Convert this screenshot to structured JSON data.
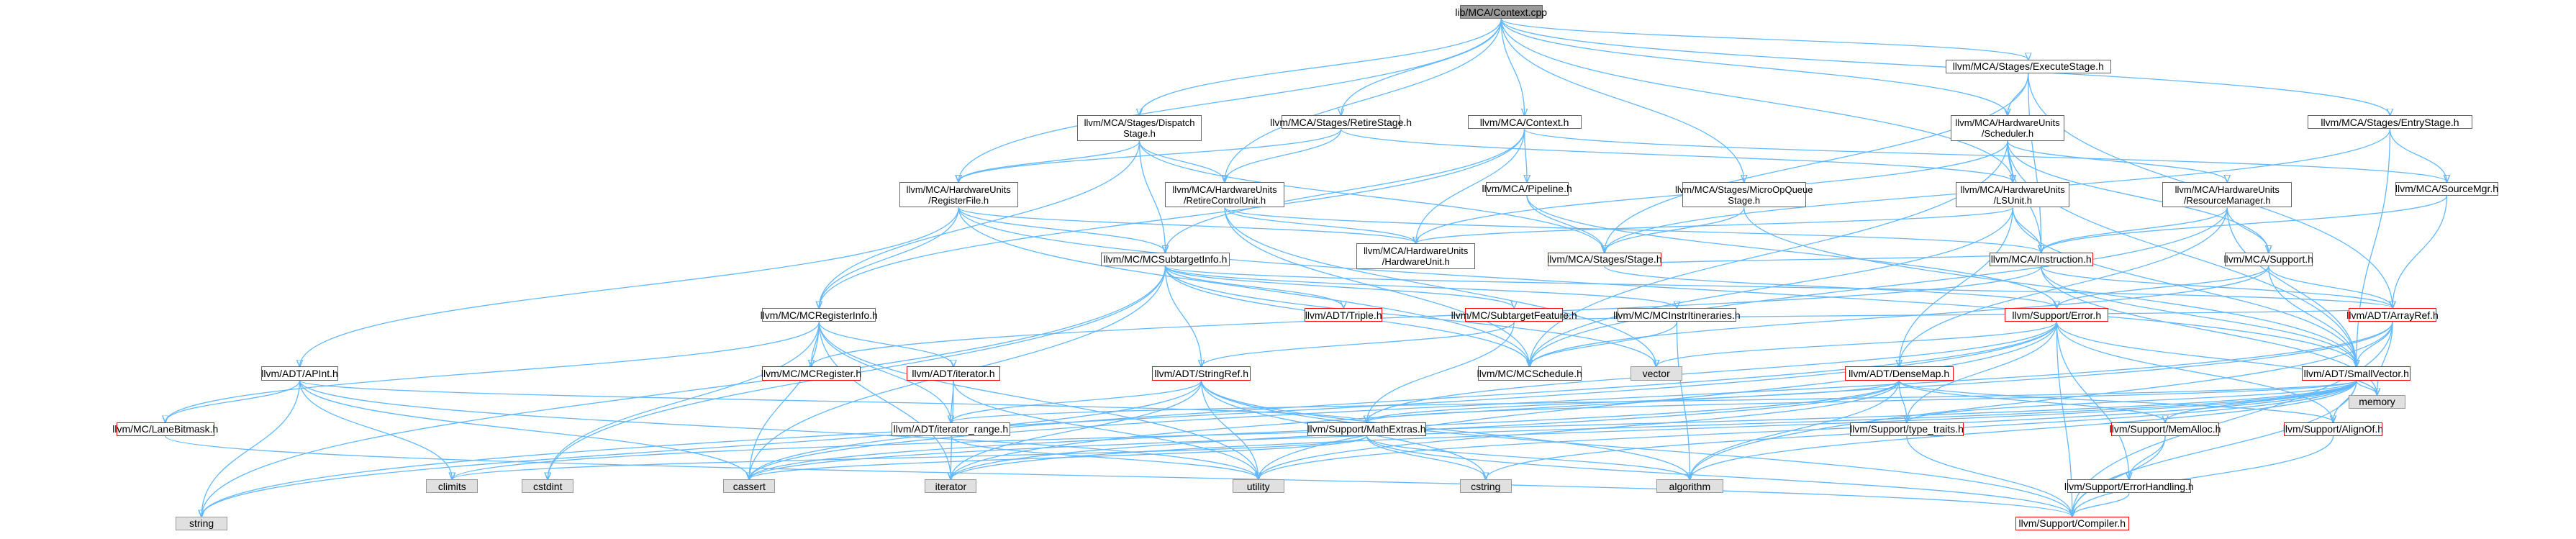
{
  "colors": {
    "edge": "#63b8ff",
    "root_fill": "#999999",
    "ext_fill": "#e0e0e0",
    "red_border": "#ff0000"
  },
  "nodes": {
    "ctx_cpp": "lib/MCA/Context.cpp",
    "execstage": "llvm/MCA/Stages/ExecuteStage.h",
    "dispatch": "llvm/MCA/Stages/Dispatch\nStage.h",
    "retirestage": "llvm/MCA/Stages/RetireStage.h",
    "context_h": "llvm/MCA/Context.h",
    "scheduler": "llvm/MCA/HardwareUnits\n/Scheduler.h",
    "entrystage": "llvm/MCA/Stages/EntryStage.h",
    "regfile": "llvm/MCA/HardwareUnits\n/RegisterFile.h",
    "retirecu": "llvm/MCA/HardwareUnits\n/RetireControlUnit.h",
    "pipeline": "llvm/MCA/Pipeline.h",
    "microop": "llvm/MCA/Stages/MicroOpQueue\nStage.h",
    "lsunit": "llvm/MCA/HardwareUnits\n/LSUnit.h",
    "resmgr": "llvm/MCA/HardwareUnits\n/ResourceManager.h",
    "sourcemgr": "llvm/MCA/SourceMgr.h",
    "mcsubtarget": "llvm/MC/MCSubtargetInfo.h",
    "hwunit": "llvm/MCA/HardwareUnits\n/HardwareUnit.h",
    "stage": "llvm/MCA/Stages/Stage.h",
    "instruction": "llvm/MCA/Instruction.h",
    "support": "llvm/MCA/Support.h",
    "triple": "llvm/ADT/Triple.h",
    "subfeature": "llvm/MC/SubtargetFeature.h",
    "instritin": "llvm/MC/MCInstrItineraries.h",
    "error": "llvm/Support/Error.h",
    "arrayref": "llvm/ADT/ArrayRef.h",
    "mcreginfo": "llvm/MC/MCRegisterInfo.h",
    "mcschedule": "llvm/MC/MCSchedule.h",
    "vector": "vector",
    "smallvector": "llvm/ADT/SmallVector.h",
    "apint": "llvm/ADT/APInt.h",
    "mcregister": "llvm/MC/MCRegister.h",
    "iterator_h": "llvm/ADT/iterator.h",
    "stringref": "llvm/ADT/StringRef.h",
    "densemap": "llvm/ADT/DenseMap.h",
    "lanebitmask": "llvm/MC/LaneBitmask.h",
    "iterrange": "llvm/ADT/iterator_range.h",
    "mathextras": "llvm/Support/MathExtras.h",
    "typetraits": "llvm/Support/type_traits.h",
    "memalloc": "llvm/Support/MemAlloc.h",
    "alignof": "llvm/Support/AlignOf.h",
    "memory": "memory",
    "climits": "climits",
    "cstdint": "cstdint",
    "cassert": "cassert",
    "iterator_std": "iterator",
    "utility": "utility",
    "cstring": "cstring",
    "algorithm": "algorithm",
    "errhandling": "llvm/Support/ErrorHandling.h",
    "string": "string",
    "compiler": "llvm/Support/Compiler.h"
  }
}
